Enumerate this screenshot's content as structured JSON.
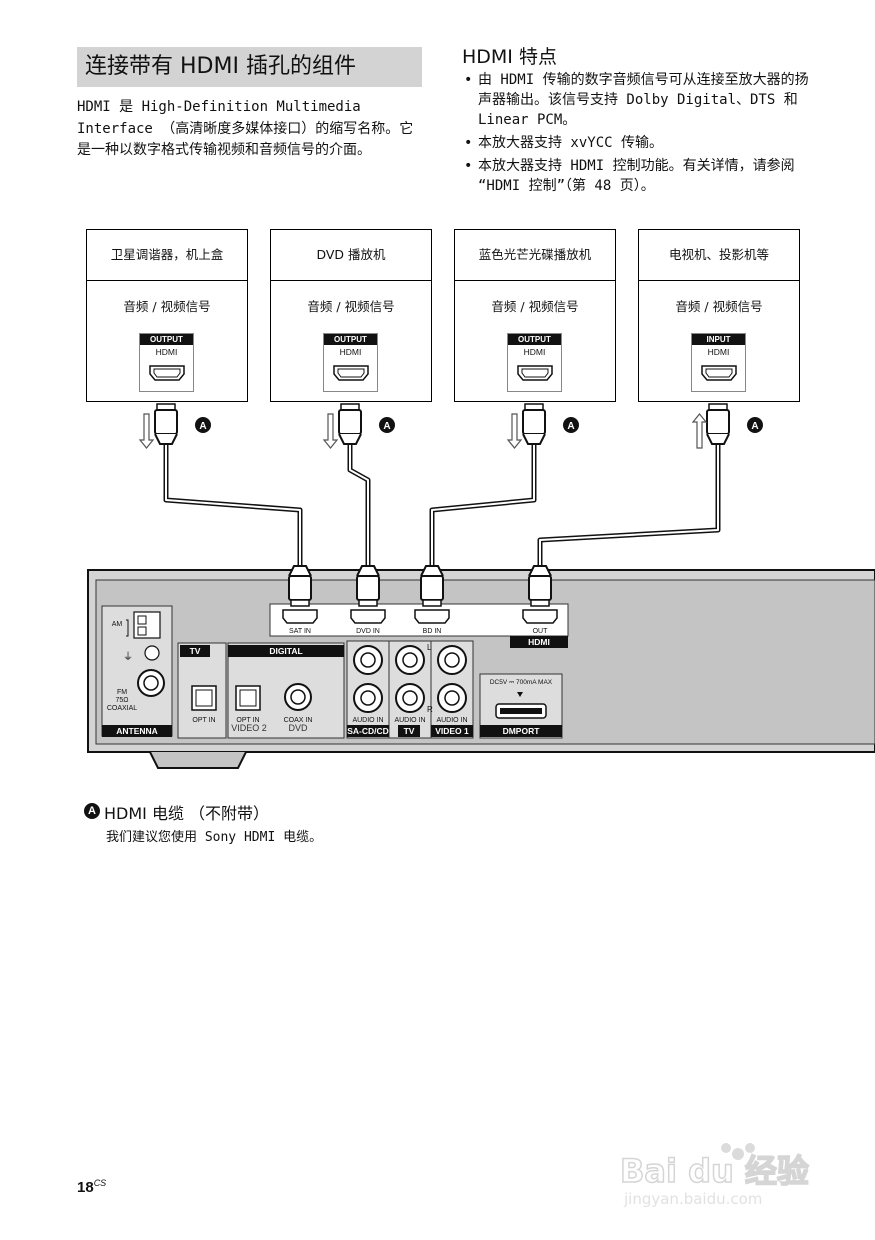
{
  "section_title": "连接带有 HDMI 插孔的组件",
  "intro": "HDMI 是 High-Definition Multimedia Interface （高清晰度多媒体接口）的缩写名称。它是一种以数字格式传输视频和音频信号的介面。",
  "features": {
    "title": "HDMI 特点",
    "items": [
      "由 HDMI 传输的数字音频信号可从连接至放大器的扬声器输出。该信号支持 Dolby Digital、DTS 和 Linear PCM。",
      "本放大器支持 xvYCC 传输。",
      "本放大器支持 HDMI 控制功能。有关详情，请参阅 “HDMI 控制”（第 48 页）。"
    ]
  },
  "devices": [
    {
      "name": "卫星调谐器，机上盒",
      "signal": "音频 / 视频信号",
      "port_tag": "OUTPUT",
      "port_type": "HDMI"
    },
    {
      "name": "DVD 播放机",
      "signal": "音频 / 视频信号",
      "port_tag": "OUTPUT",
      "port_type": "HDMI"
    },
    {
      "name": "蓝色光芒光碟播放机",
      "signal": "音频 / 视频信号",
      "port_tag": "OUTPUT",
      "port_type": "HDMI"
    },
    {
      "name": "电视机、投影机等",
      "signal": "音频 / 视频信号",
      "port_tag": "INPUT",
      "port_type": "HDMI"
    }
  ],
  "cable_marker": "A",
  "receiver": {
    "hdmi_ports": [
      "SAT IN",
      "DVD IN",
      "BD IN",
      "OUT"
    ],
    "hdmi_label": "HDMI",
    "am_label": "AM",
    "fm_label": "FM\n75Ω\nCOAXIAL",
    "antenna_label": "ANTENNA",
    "tv_label": "TV",
    "digital_label": "DIGITAL",
    "opt_in_label": "OPT IN",
    "opt_in_video2_label": "OPT IN",
    "video2_label": "VIDEO 2",
    "coax_in_label": "COAX IN",
    "dvd_label": "DVD",
    "audio_in_label": "AUDIO IN",
    "sacd_label": "SA-CD/CD",
    "video1_label": "VIDEO 1",
    "l_label": "L",
    "r_label": "R",
    "dc_label": "DC5V ⎓ 700mA MAX",
    "dmport_label": "DMPORT"
  },
  "legend": {
    "badge": "A",
    "title": "HDMI 电缆 （不附带）",
    "description": "我们建议您使用 Sony HDMI 电缆。"
  },
  "page": {
    "number": "18",
    "suffix": "CS"
  },
  "watermark": {
    "line1": "Bai du 经验",
    "line2": "jingyan.baidu.com"
  }
}
